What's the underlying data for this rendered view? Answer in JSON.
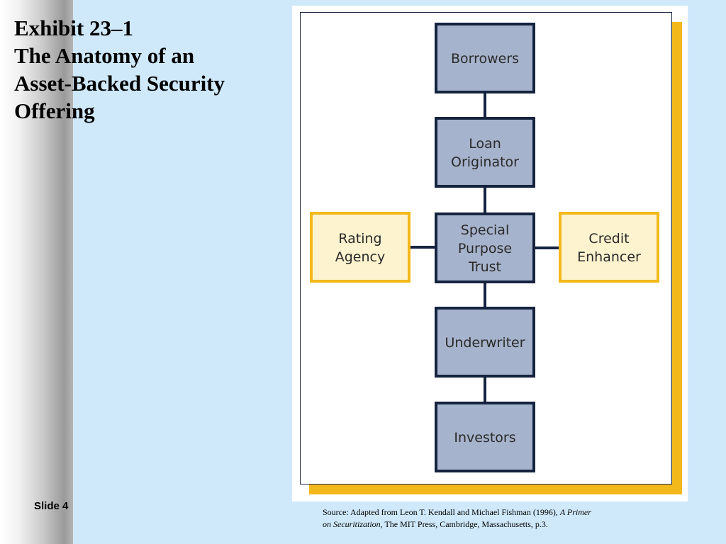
{
  "title_lines": [
    "Exhibit 23–1",
    "The Anatomy of an",
    "Asset-Backed Security",
    "Offering"
  ],
  "slide_label": "Slide 4",
  "source": {
    "prefix": "Source: Adapted from Leon T. Kendall and Michael Fishman (1996), ",
    "book_title_part1": "A Primer",
    "book_title_part2": "on Securitization",
    "suffix": ", The MIT Press, Cambridge, Massachusetts, p.3."
  },
  "diagram": {
    "colors": {
      "main_fill": "#a6b3cc",
      "main_border": "#15233f",
      "side_fill": "#fdf3cf",
      "side_border": "#f3b81a",
      "connector": "#15233f",
      "shadow": "#f3b81a"
    },
    "nodes": [
      {
        "id": "borrowers",
        "lines": [
          "Borrowers"
        ],
        "kind": "main"
      },
      {
        "id": "loan-originator",
        "lines": [
          "Loan",
          "Originator"
        ],
        "kind": "main"
      },
      {
        "id": "special-purpose-trust",
        "lines": [
          "Special",
          "Purpose",
          "Trust"
        ],
        "kind": "main"
      },
      {
        "id": "underwriter",
        "lines": [
          "Underwriter"
        ],
        "kind": "main"
      },
      {
        "id": "investors",
        "lines": [
          "Investors"
        ],
        "kind": "main"
      },
      {
        "id": "rating-agency",
        "lines": [
          "Rating",
          "Agency"
        ],
        "kind": "side"
      },
      {
        "id": "credit-enhancer",
        "lines": [
          "Credit",
          "Enhancer"
        ],
        "kind": "side"
      }
    ],
    "edges": [
      [
        "borrowers",
        "loan-originator"
      ],
      [
        "loan-originator",
        "special-purpose-trust"
      ],
      [
        "special-purpose-trust",
        "underwriter"
      ],
      [
        "underwriter",
        "investors"
      ],
      [
        "rating-agency",
        "special-purpose-trust"
      ],
      [
        "special-purpose-trust",
        "credit-enhancer"
      ]
    ]
  }
}
